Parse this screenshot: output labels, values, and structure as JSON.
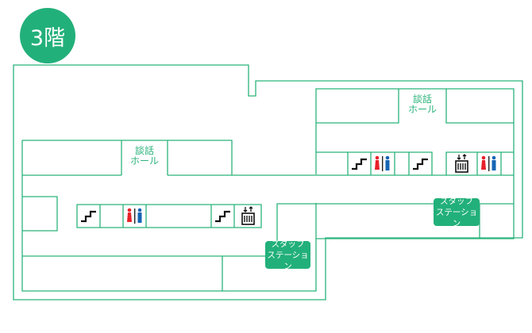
{
  "floor_badge": "3階",
  "labels": {
    "lounge_west": [
      "談話",
      "ホール"
    ],
    "lounge_east": [
      "談話",
      "ホール"
    ],
    "staff_station_west": [
      "スタッフ",
      "ステーション"
    ],
    "staff_station_east": [
      "スタッフ",
      "ステーション"
    ]
  },
  "colors": {
    "wall": "#2bb37b",
    "badge": "#22b07a",
    "female": "#e8212a",
    "male": "#1565b5"
  },
  "icons": [
    "stairs-icon",
    "restroom-icon",
    "elevator-icon"
  ]
}
